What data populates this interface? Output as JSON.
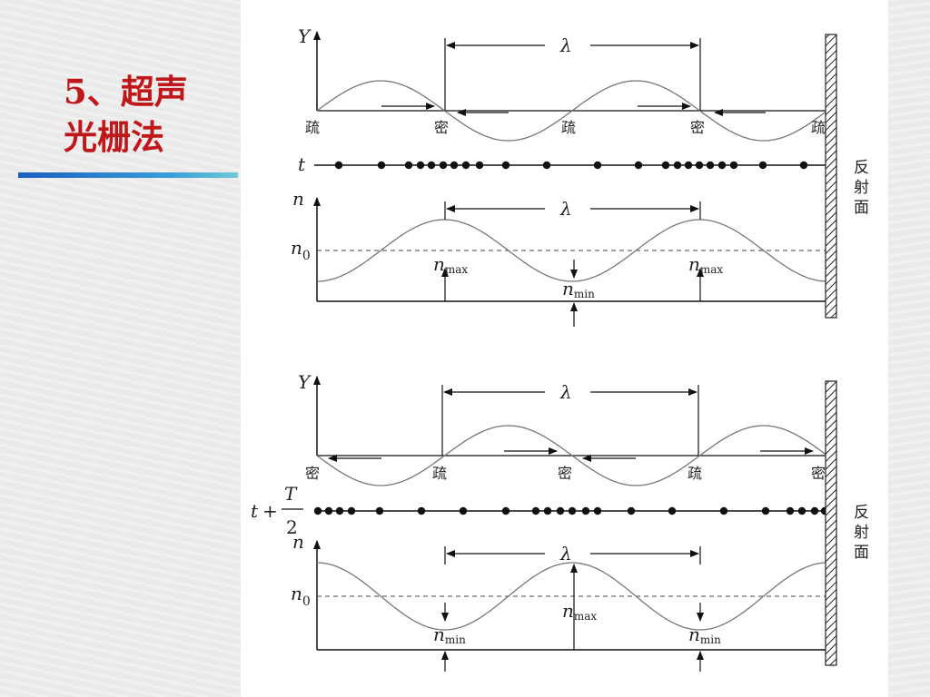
{
  "slide": {
    "title_line1": "5、超声",
    "title_line2": "光栅法"
  },
  "diagram": {
    "top": {
      "axis_y": "Y",
      "wavelength": "λ",
      "node_labels": [
        "疏",
        "密",
        "疏",
        "密",
        "疏"
      ],
      "time_label": "t",
      "axis_n": "n",
      "n0": "n",
      "n0_sub": "0",
      "n": "n",
      "max": "max",
      "min": "min",
      "mirror_chars": [
        "反",
        "射",
        "面"
      ]
    },
    "bottom": {
      "axis_y": "Y",
      "wavelength": "λ",
      "node_labels": [
        "密",
        "疏",
        "密",
        "疏",
        "密"
      ],
      "time_t": "t",
      "time_plus": "+",
      "time_T": "T",
      "time_2": "2",
      "axis_n": "n",
      "n0": "n",
      "n0_sub": "0",
      "n": "n",
      "max": "max",
      "min": "min",
      "mirror_chars": [
        "反",
        "射",
        "面"
      ]
    }
  }
}
